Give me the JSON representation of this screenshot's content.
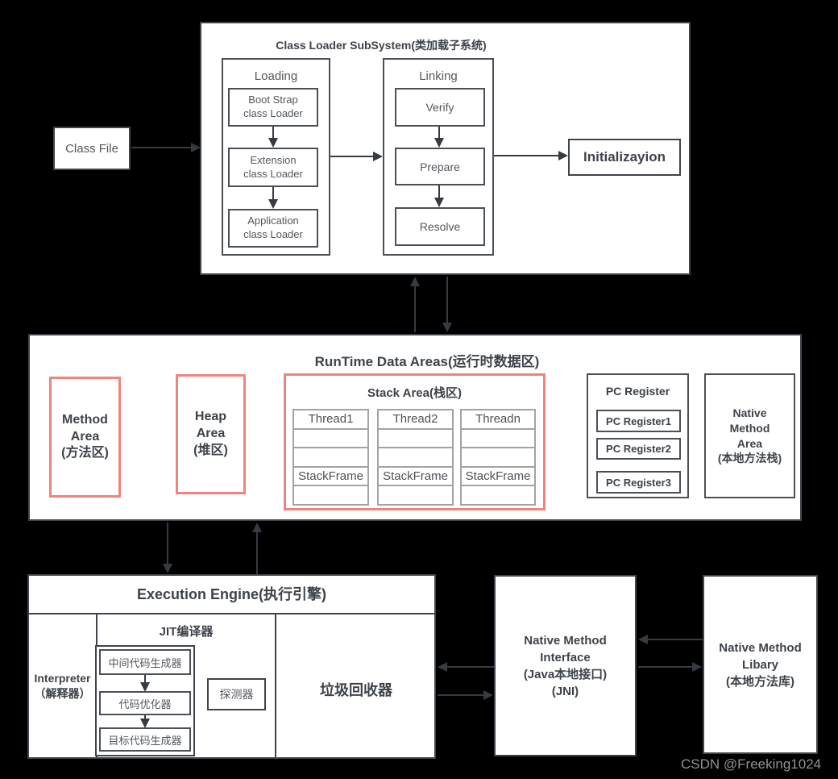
{
  "class_loader_subsystem": {
    "title": "Class Loader SubSystem(类加载子系统)",
    "loading": {
      "title": "Loading",
      "boxes": [
        "Boot Strap\nclass Loader",
        "Extension\nclass Loader",
        "Application\nclass Loader"
      ]
    },
    "linking": {
      "title": "Linking",
      "boxes": [
        "Verify",
        "Prepare",
        "Resolve"
      ]
    }
  },
  "class_file_label": "Class File",
  "initialization_label": "Initializayion",
  "runtime_data_areas": {
    "title": "RunTime Data Areas(运行时数据区)",
    "method_area": "Method\nArea\n(方法区)",
    "heap_area": "Heap\nArea\n(堆区)",
    "stack_area": {
      "title": "Stack Area(栈区)",
      "threads": [
        {
          "name": "Thread1",
          "frame": "StackFrame"
        },
        {
          "name": "Thread2",
          "frame": "StackFrame"
        },
        {
          "name": "Threadn",
          "frame": "StackFrame"
        }
      ]
    },
    "pc_register": {
      "title": "PC Register",
      "registers": [
        "PC Register1",
        "PC Register2",
        "PC Register3"
      ]
    },
    "native_method_area": "Native\nMethod\nArea\n(本地方法栈)"
  },
  "execution_engine": {
    "title": "Execution Engine(执行引擎)",
    "interpreter": "Interpreter\n（解释器）",
    "jit": {
      "title": "JIT编译器",
      "stages": [
        "中间代码生成器",
        "代码优化器",
        "目标代码生成器"
      ],
      "detector": "探测器"
    },
    "garbage_collector": "垃圾回收器"
  },
  "native_method_interface": "Native Method\nInterface\n(Java本地接口)\n(JNI)",
  "native_method_library": "Native Method\nLibary\n(本地方法库)",
  "watermark": "CSDN @Freeking1024",
  "colors": {
    "background": "#000000",
    "box_border": "#3f444c",
    "red_border": "#f0837d",
    "table_border": "#a3a3a3",
    "arrow": "#363b42",
    "watermark": "#8f9193"
  }
}
